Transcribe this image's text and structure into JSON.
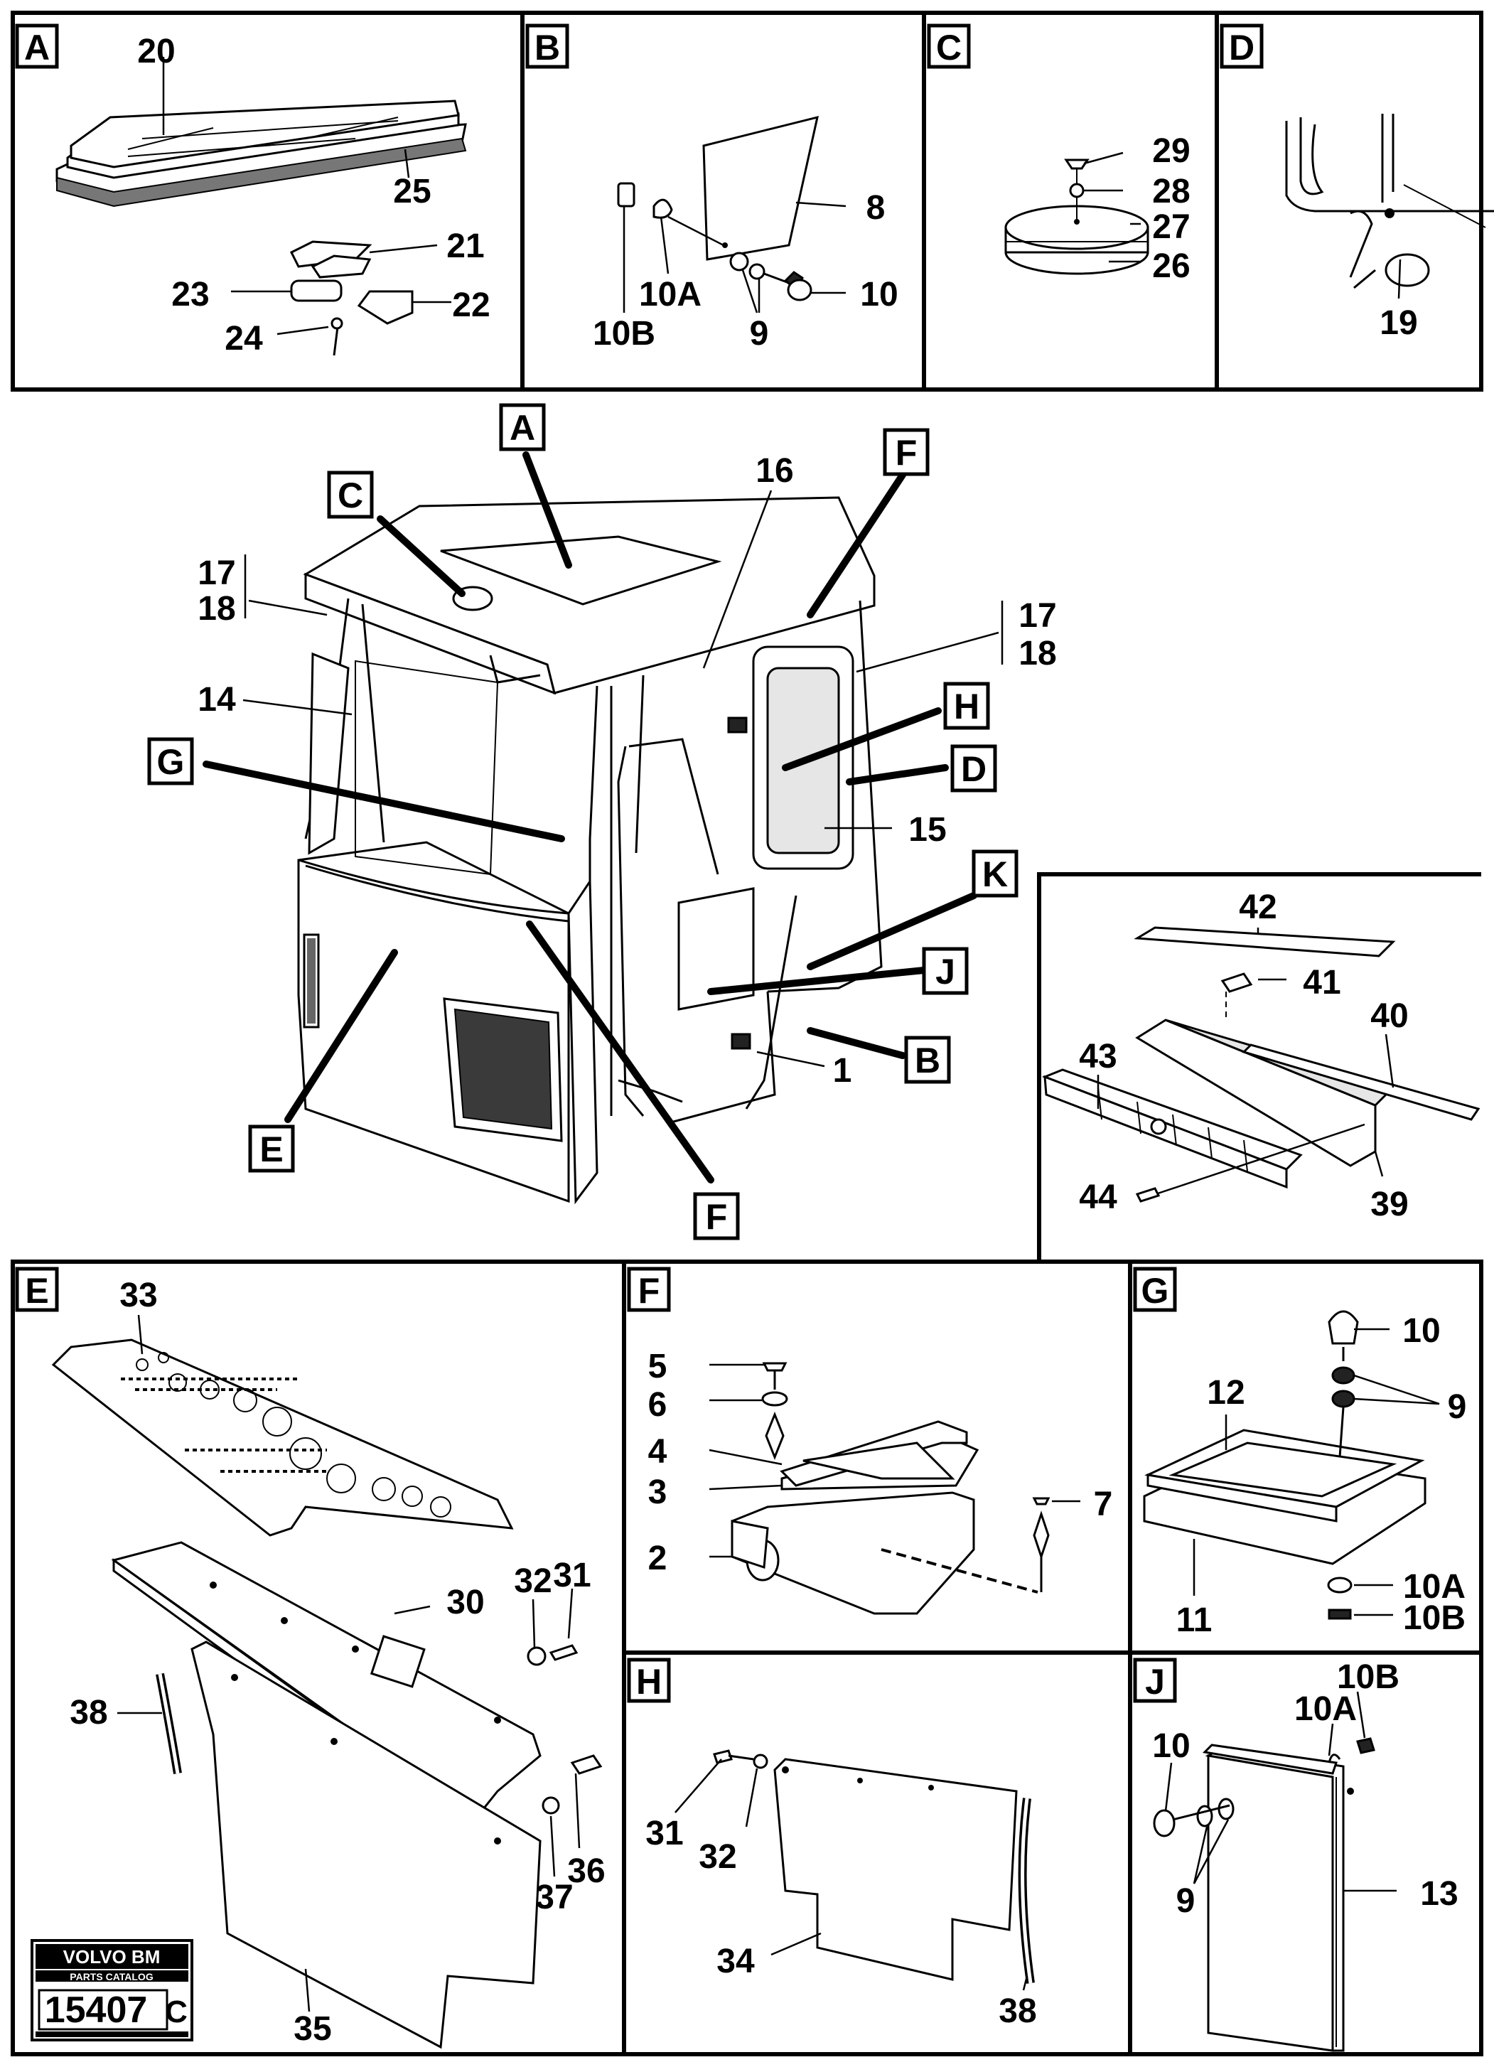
{
  "panels": {
    "A": {
      "letter": "A",
      "callouts": [
        "20",
        "25",
        "21",
        "23",
        "22",
        "24"
      ]
    },
    "B": {
      "letter": "B",
      "callouts": [
        "8",
        "10A",
        "10",
        "10B",
        "9"
      ]
    },
    "C": {
      "letter": "C",
      "callouts": [
        "29",
        "28",
        "27",
        "26"
      ]
    },
    "D": {
      "letter": "D",
      "callouts": [
        "19"
      ]
    },
    "K": {
      "callouts": [
        "42",
        "41",
        "40",
        "43",
        "44",
        "39"
      ]
    },
    "E": {
      "letter": "E",
      "callouts": [
        "33",
        "31",
        "32",
        "30",
        "38",
        "36",
        "37",
        "35"
      ]
    },
    "F": {
      "letter": "F",
      "callouts": [
        "5",
        "6",
        "4",
        "3",
        "2",
        "7"
      ]
    },
    "G": {
      "letter": "G",
      "callouts": [
        "10",
        "9",
        "12",
        "11",
        "10A",
        "10B"
      ]
    },
    "H": {
      "letter": "H",
      "callouts": [
        "31",
        "32",
        "34",
        "38"
      ]
    },
    "J": {
      "letter": "J",
      "callouts": [
        "10B",
        "10A",
        "10",
        "9",
        "13"
      ]
    }
  },
  "main": {
    "refs": [
      "A",
      "C",
      "F",
      "G",
      "H",
      "D",
      "K",
      "J",
      "B",
      "E",
      "F"
    ],
    "callouts": [
      "16",
      "17",
      "18",
      "17",
      "18",
      "14",
      "15",
      "1"
    ]
  },
  "logo": {
    "line1": "VOLVO BM",
    "line2": "PARTS CATALOG",
    "number": "15407",
    "suffix": "C"
  }
}
